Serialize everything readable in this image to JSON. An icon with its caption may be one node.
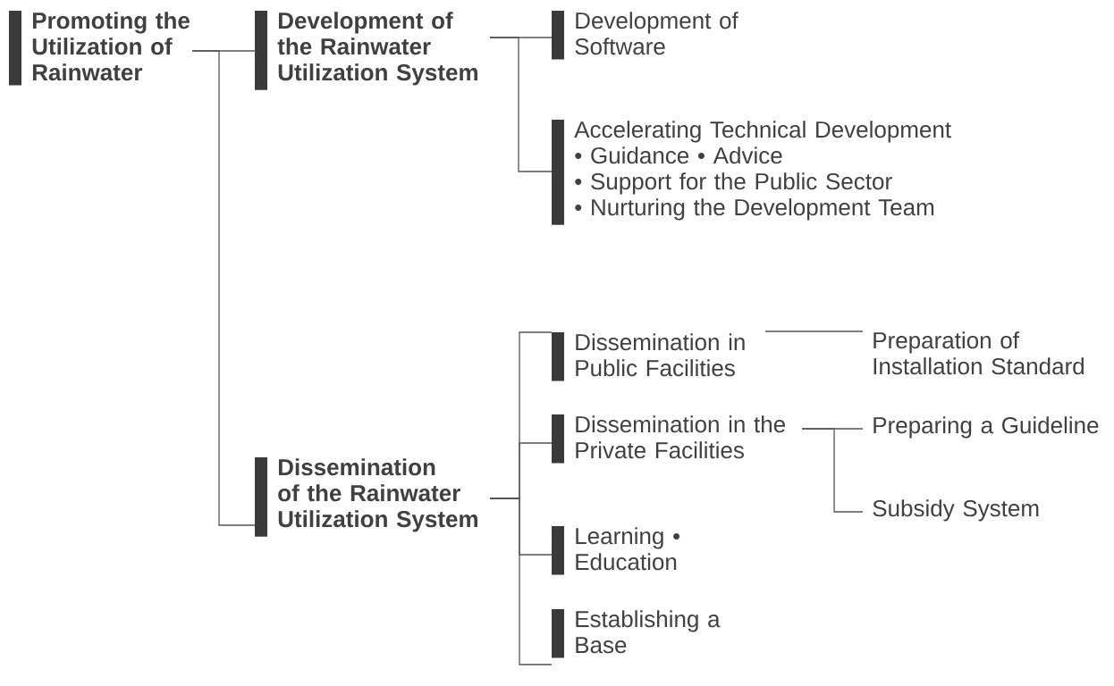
{
  "diagram": {
    "nodes": [
      {
        "text": [
          "Promoting the Utilization of Rainwater"
        ]
      },
      {
        "text": [
          "Development of the Rainwater Utilization System"
        ]
      },
      {
        "text": [
          "Dissemination of the Rainwater Utilization System"
        ]
      },
      {
        "text": [
          "Development of Software"
        ]
      },
      {
        "text": [
          "Accelerating Technical Development",
          "• Guidance • Advice",
          "• Support for the Public Sector",
          "• Nurturing the Development Team"
        ]
      },
      {
        "text": [
          "Dissemination in Public Facilities"
        ]
      },
      {
        "text": [
          "Dissemination in the Private Facilities"
        ]
      },
      {
        "text": [
          "Learning • Education"
        ]
      },
      {
        "text": [
          "Establishing a Base"
        ]
      },
      {
        "text": [
          "Preparation of Installation Standard"
        ]
      },
      {
        "text": [
          "Preparing a Guideline"
        ]
      },
      {
        "text": [
          "Subsidy System"
        ]
      }
    ],
    "edges": [
      {
        "from": 0,
        "to": 1,
        "arrow": "none"
      },
      {
        "from": 0,
        "to": 2,
        "arrow": "none"
      },
      {
        "from": 1,
        "to": 3,
        "arrow": "none"
      },
      {
        "from": 1,
        "to": 4,
        "arrow": "none"
      },
      {
        "from": 2,
        "to": 5,
        "arrow": "none"
      },
      {
        "from": 2,
        "to": 6,
        "arrow": "none"
      },
      {
        "from": 2,
        "to": 7,
        "arrow": "none"
      },
      {
        "from": 2,
        "to": 8,
        "arrow": "none"
      },
      {
        "from": 5,
        "to": 9,
        "arrow": "none"
      },
      {
        "from": 6,
        "to": 10,
        "arrow": "none"
      },
      {
        "from": 6,
        "to": 11,
        "arrow": "none"
      }
    ]
  }
}
